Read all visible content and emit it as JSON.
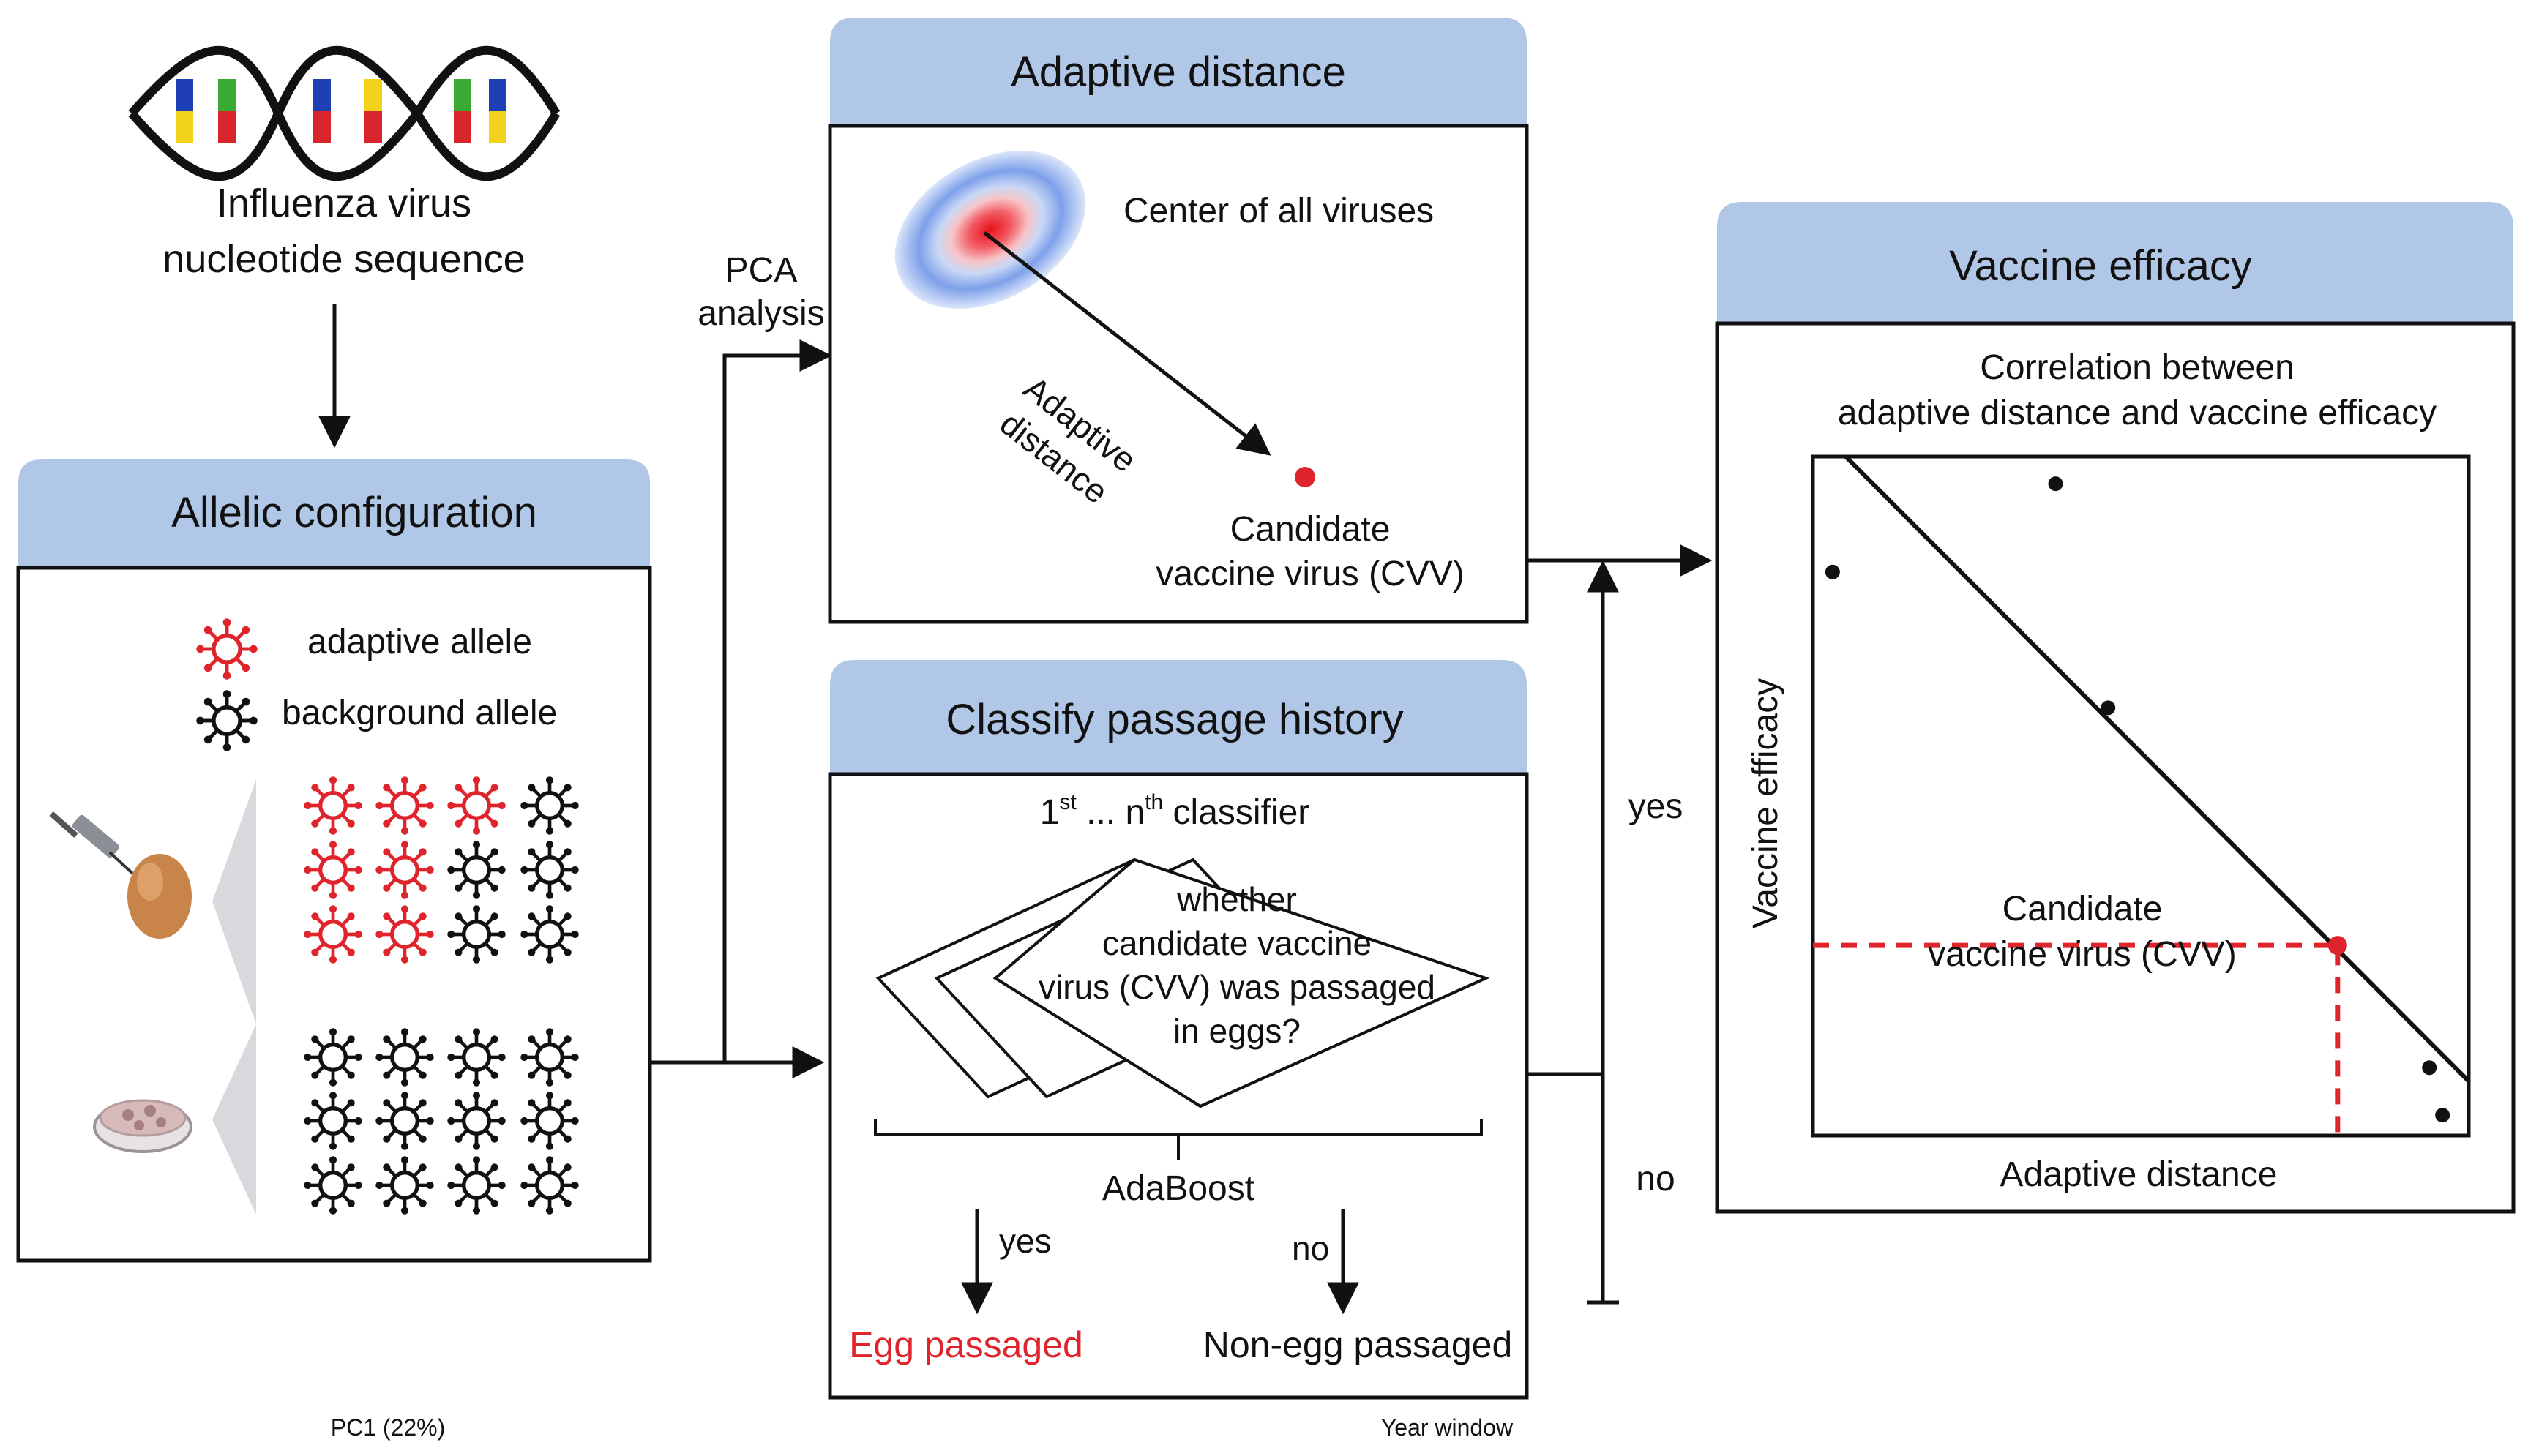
{
  "dna_caption": [
    "Influenza virus",
    "nucleotide sequence"
  ],
  "panels": {
    "allelic": {
      "title": "Allelic configuration"
    },
    "adaptive": {
      "title": "Adaptive distance"
    },
    "passage": {
      "title": "Classify passage history"
    },
    "efficacy": {
      "title": "Vaccine efficacy"
    }
  },
  "legend": {
    "adaptive": "adaptive allele",
    "background": "background allele"
  },
  "pca_label": [
    "PCA",
    "analysis"
  ],
  "adaptive_panel": {
    "center_label": "Center of all viruses",
    "distance_label": [
      "Adaptive",
      "distance"
    ],
    "cvv_label": [
      "Candidate",
      "vaccine virus (CVV)"
    ]
  },
  "classifier": {
    "title_pre": "1",
    "title_sup1": "st",
    "title_mid": " ... n",
    "title_sup2": "th",
    "title_post": " classifier",
    "question": [
      "whether",
      "candidate vaccine",
      "virus (CVV) was passaged",
      "in eggs?"
    ],
    "ensemble": "AdaBoost",
    "yes": "yes",
    "no": "no",
    "egg_label": "Egg passaged",
    "nonegg_label": "Non-egg passaged"
  },
  "feedback": {
    "yes": "yes",
    "no": "no"
  },
  "efficacy_panel": {
    "subtitle": [
      "Correlation between",
      "adaptive distance and vaccine efficacy"
    ],
    "xlabel": "Adaptive distance",
    "ylabel": "Vaccine efficacy",
    "cvv_label": [
      "Candidate",
      "vaccine virus (CVV)"
    ]
  },
  "bottom_labels": {
    "left": "PC1 (22%)",
    "right": "Year window"
  },
  "colors": {
    "header": "#b1c7e7",
    "accent_red": "#e0242c",
    "dna_blue": "#1f3fb5",
    "dna_red": "#d9262c",
    "dna_yellow": "#f2d21a",
    "dna_green": "#3aaa35"
  },
  "chart_data": {
    "type": "scatter",
    "title": "Correlation between adaptive distance and vaccine efficacy",
    "xlabel": "Adaptive distance",
    "ylabel": "Vaccine efficacy",
    "x_ticks": "none",
    "y_ticks": "none",
    "series": [
      {
        "points": [
          [
            0.03,
            0.83
          ],
          [
            0.37,
            0.96
          ],
          [
            0.45,
            0.63
          ],
          [
            0.94,
            0.1
          ],
          [
            0.96,
            0.03
          ]
        ]
      }
    ],
    "regression_line": {
      "x": [
        0.05,
        1.0
      ],
      "y": [
        1.0,
        0.08
      ]
    },
    "highlight": {
      "label": "Candidate vaccine virus (CVV)",
      "x": 0.8,
      "y": 0.28
    }
  }
}
